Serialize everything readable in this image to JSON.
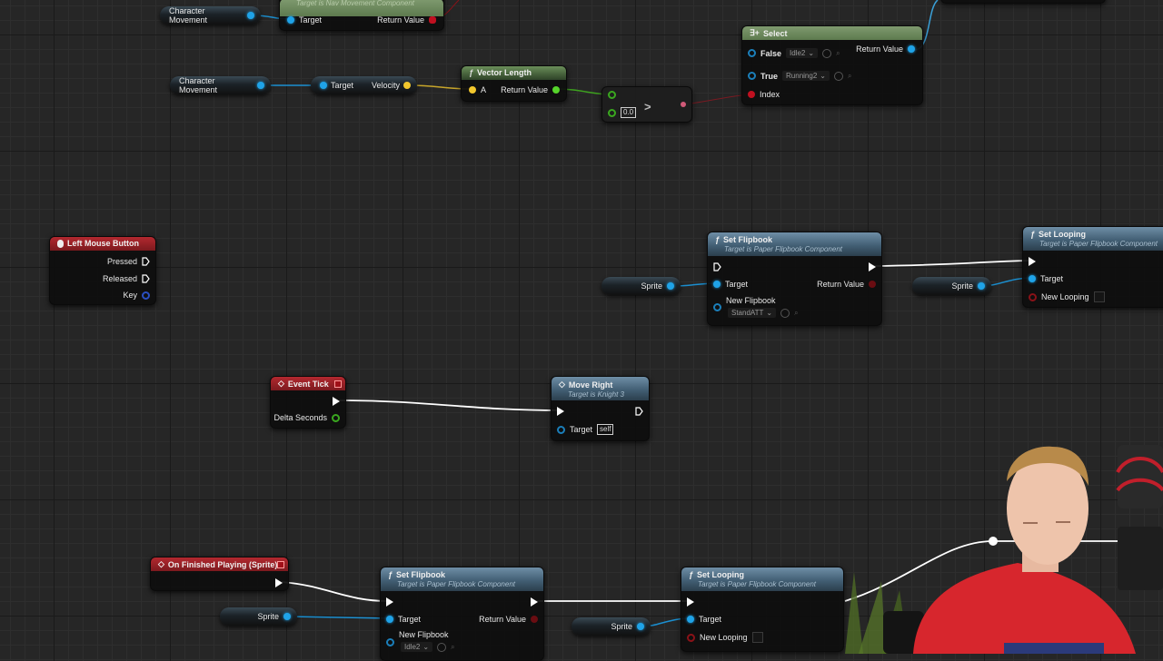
{
  "editor": {
    "type": "Blueprint Event Graph"
  },
  "nodes": {
    "nav_movement": {
      "subtitle": "Target is Nav Movement Component",
      "target_label": "Target",
      "return_label": "Return Value",
      "input_var": "Character Movement"
    },
    "velocity_chain": {
      "char_movement_var": "Character Movement",
      "get_velocity": {
        "target_label": "Target",
        "output_label": "Velocity"
      },
      "vector_length": {
        "title": "Vector Length",
        "input_label": "A",
        "return_label": "Return Value"
      },
      "greater": {
        "symbol": ">",
        "value": "0.0"
      }
    },
    "select": {
      "title": "Select",
      "false_label": "False",
      "false_value": "Idle2",
      "true_label": "True",
      "true_value": "Running2",
      "index_label": "Index",
      "return_label": "Return Value"
    },
    "left_mouse_button": {
      "title": "Left Mouse Button",
      "pressed": "Pressed",
      "released": "Released",
      "key": "Key"
    },
    "set_flipbook_top": {
      "title": "Set Flipbook",
      "subtitle": "Target is Paper Flipbook Component",
      "target_label": "Target",
      "return_label": "Return Value",
      "new_flipbook_label": "New Flipbook",
      "new_flipbook_value": "StandATT",
      "sprite_var": "Sprite"
    },
    "set_looping_top": {
      "title": "Set Looping",
      "subtitle": "Target is Paper Flipbook Component",
      "target_label": "Target",
      "new_looping_label": "New Looping",
      "sprite_var": "Sprite"
    },
    "event_tick": {
      "title": "Event Tick",
      "delta_label": "Delta Seconds"
    },
    "move_right": {
      "title": "Move Right",
      "subtitle": "Target is Knight 3",
      "target_label": "Target",
      "target_value": "self"
    },
    "on_finished_playing": {
      "title": "On Finished Playing (Sprite)"
    },
    "set_flipbook_bottom": {
      "title": "Set Flipbook",
      "subtitle": "Target is Paper Flipbook Component",
      "target_label": "Target",
      "return_label": "Return Value",
      "new_flipbook_label": "New Flipbook",
      "new_flipbook_value": "Idle2",
      "sprite_var": "Sprite"
    },
    "set_looping_bottom": {
      "title": "Set Looping",
      "subtitle": "Target is Paper Flipbook Component",
      "target_label": "Target",
      "new_looping_label": "New Looping",
      "sprite_var": "Sprite"
    }
  },
  "colors": {
    "exec_wire": "#ffffff",
    "object_pin": "#1fa3e8",
    "vector_pin": "#f2c72d",
    "float_pin": "#56d42b",
    "bool_pin": "#c01020",
    "event_header": "#9e2027",
    "function_header": "#4b6a82",
    "pure_header": "#5d7a4e"
  },
  "overlay": {
    "webcam": "presenter webcam overlay"
  }
}
